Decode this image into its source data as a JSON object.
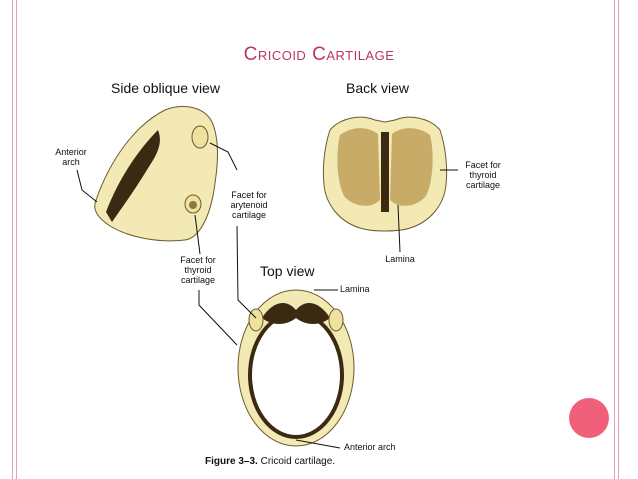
{
  "slide": {
    "title": "Cricoid Cartilage"
  },
  "figure": {
    "views": {
      "side": "Side oblique view",
      "back": "Back view",
      "top": "Top view"
    },
    "labels": {
      "anterior_arch": "Anterior arch",
      "facet_arytenoid": "Facet for arytenoid cartilage",
      "facet_thyroid_side": "Facet for thyroid cartilage",
      "facet_thyroid_back": "Facet for thyroid cartilage",
      "lamina_back": "Lamina",
      "lamina_top": "Lamina",
      "anterior_arch_top": "Anterior arch"
    },
    "caption": {
      "number": "Figure 3–3.",
      "text": "Cricoid cartilage."
    }
  },
  "colors": {
    "title": "#b8385c",
    "rule": "#e4a2b8",
    "dot": "#f0607a",
    "cartilage": "#f2e9b4",
    "shadow": "#3a2a12"
  }
}
